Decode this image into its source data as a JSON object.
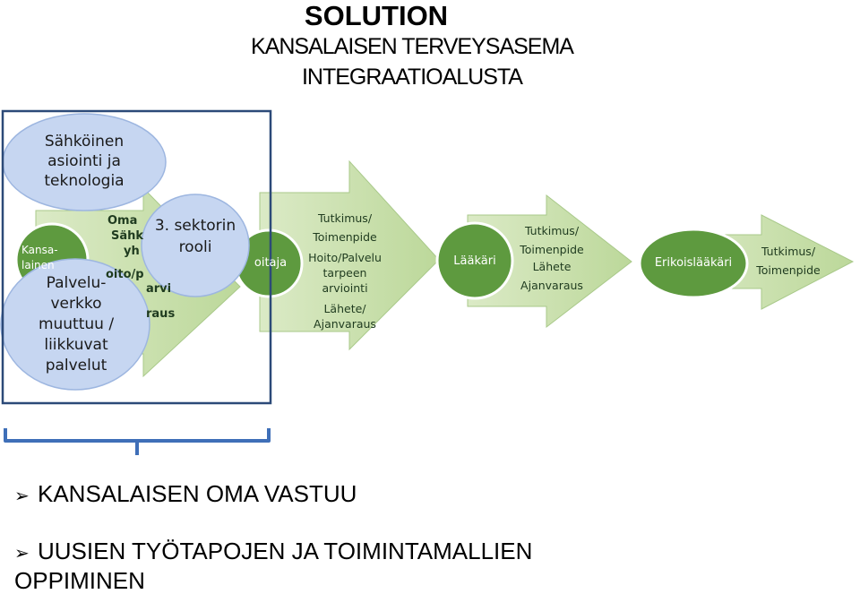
{
  "header": {
    "title": "SOLUTION",
    "subtitle_line1": "KANSALAISEN TERVEYSASEMA",
    "subtitle_line2": "INTEGRAATIOALUSTA"
  },
  "bubbles": {
    "sahkoinen": "Sähköinen asiointi ja teknologia",
    "sektori": "3. sektorin rooli",
    "palveluverkko": "Palvelu-verkko muuttuu / liikkuvat palvelut"
  },
  "first_arrow": {
    "circle_label": "Kansa-lainen",
    "lines": [
      "Oma",
      "Sähk",
      "yh",
      "oito/p",
      "arvi",
      "raus"
    ]
  },
  "steps": [
    {
      "circle_label": "oitaja",
      "lines": [
        "Tutkimus/",
        "Toimenpide",
        "Hoito/Palvelu",
        "tarpeen",
        "arviointi",
        "Lähete/",
        "Ajanvaraus"
      ]
    },
    {
      "circle_label": "Lääkäri",
      "lines": [
        "Tutkimus/",
        "Toimenpide",
        "Lähete",
        "Ajanvaraus"
      ]
    },
    {
      "circle_label": "Erikoislääkäri",
      "lines": [
        "Tutkimus/",
        "Toimenpide"
      ]
    }
  ],
  "bullets": [
    {
      "mark": "➢",
      "text": "KANSALAISEN OMA VASTUU"
    },
    {
      "mark": "➢",
      "text": "UUSIEN TYÖTAPOJEN JA TOIMINTAMALLIEN OPPIMINEN"
    }
  ],
  "colors": {
    "arrow_fill": "#cfe3b0",
    "circle_fill": "#5e9a3f",
    "bubble_fill": "#c6d6f1",
    "box_border": "#2c4a78",
    "brace": "#3f6fb8"
  }
}
